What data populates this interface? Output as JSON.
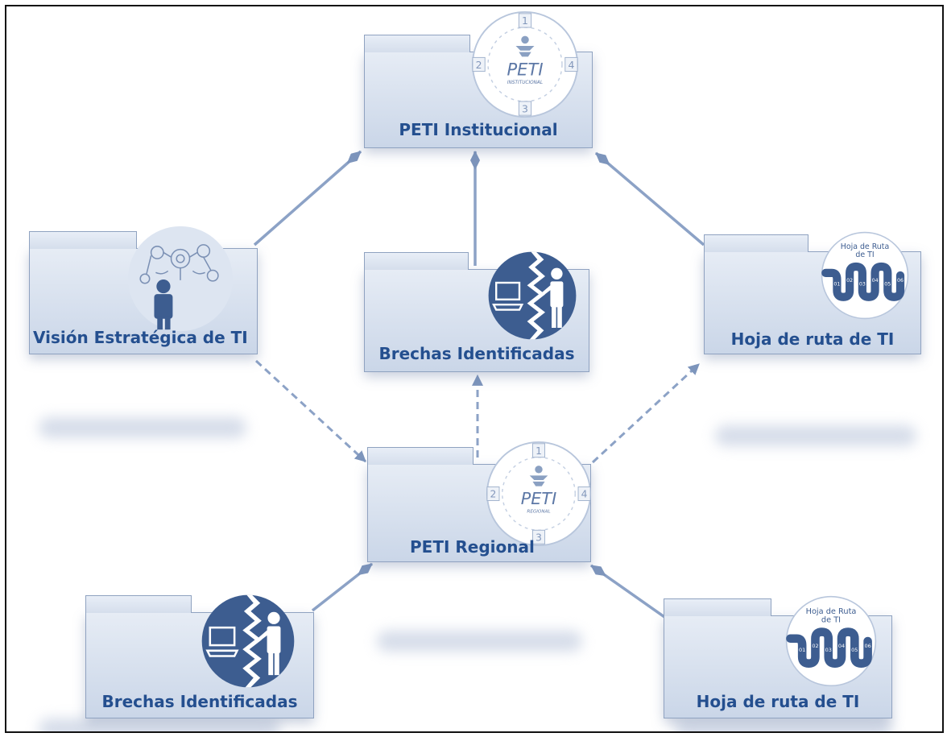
{
  "colors": {
    "package_fill": "#d3ddec",
    "package_border": "#8fa2c0",
    "label": "#244f8f",
    "connector": "#8ca2c6",
    "icon_navy": "#3d5d90"
  },
  "nodes": {
    "peti_institucional": {
      "label": "PETI Institucional",
      "icon_text": "PETI",
      "icon_subtext": "INSTITUCIONAL",
      "cycle_numbers": [
        "1",
        "2",
        "3",
        "4"
      ]
    },
    "vision": {
      "label": "Visión Estratégica de TI"
    },
    "brechas_top": {
      "label": "Brechas Identificadas"
    },
    "hoja_top": {
      "label": "Hoja de ruta de TI",
      "icon_title_1": "Hoja de Ruta",
      "icon_title_2": "de TI",
      "steps": [
        "01",
        "02",
        "03",
        "04",
        "05",
        "06"
      ]
    },
    "peti_regional": {
      "label": "PETI Regional",
      "icon_text": "PETI",
      "icon_subtext": "REGIONAL",
      "cycle_numbers": [
        "1",
        "2",
        "3",
        "4"
      ]
    },
    "brechas_bottom": {
      "label": "Brechas Identificadas"
    },
    "hoja_bottom": {
      "label": "Hoja de ruta de TI",
      "icon_title_1": "Hoja de Ruta",
      "icon_title_2": "de TI",
      "steps": [
        "01",
        "02",
        "03",
        "04",
        "05",
        "06"
      ]
    }
  },
  "connectors": [
    {
      "from": "vision",
      "to": "peti_institucional",
      "style": "solid-diamond"
    },
    {
      "from": "brechas_top",
      "to": "peti_institucional",
      "style": "solid-diamond"
    },
    {
      "from": "hoja_top",
      "to": "peti_institucional",
      "style": "solid-diamond"
    },
    {
      "from": "vision",
      "to": "peti_regional",
      "style": "dashed-arrow"
    },
    {
      "from": "peti_regional",
      "to": "brechas_top",
      "style": "dashed-arrow"
    },
    {
      "from": "peti_regional",
      "to": "hoja_top",
      "style": "dashed-arrow"
    },
    {
      "from": "brechas_bottom",
      "to": "peti_regional",
      "style": "solid-diamond"
    },
    {
      "from": "hoja_bottom",
      "to": "peti_regional",
      "style": "solid-diamond"
    }
  ]
}
